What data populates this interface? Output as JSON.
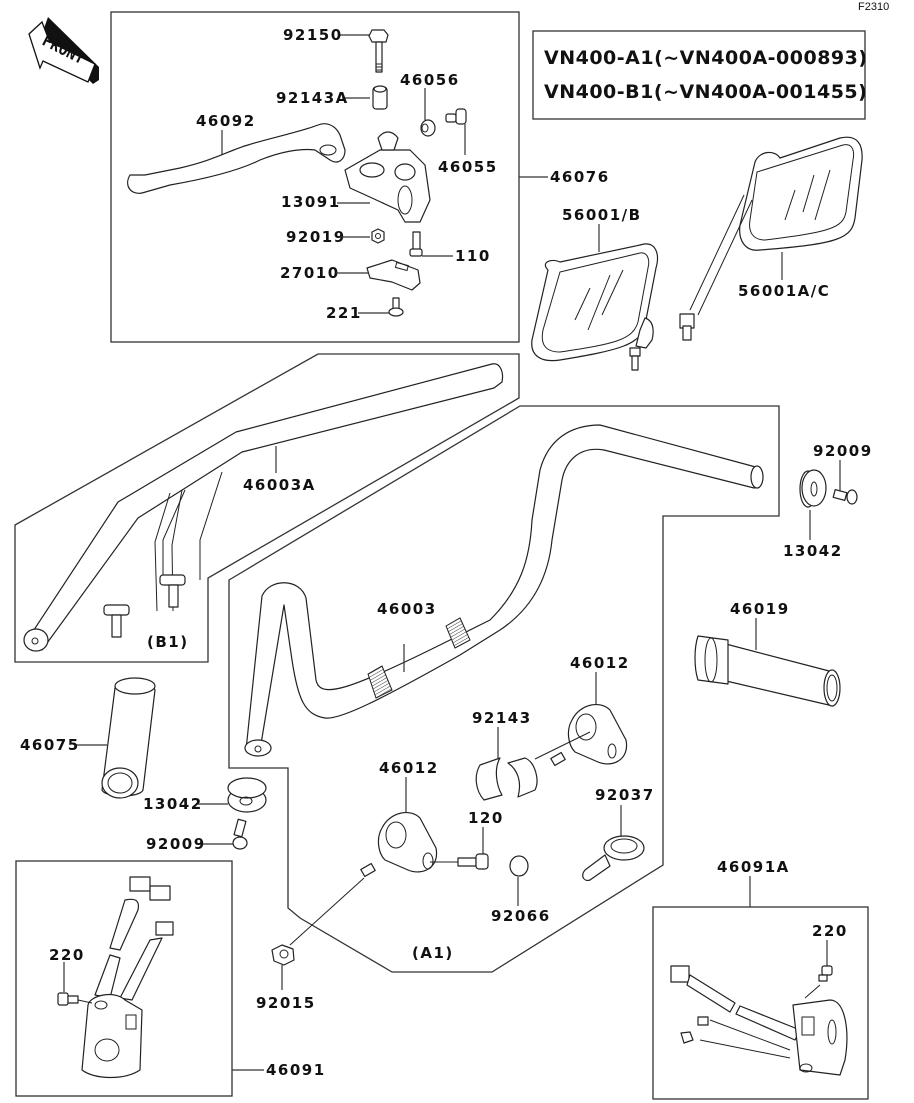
{
  "figure_id": "F2310",
  "front_arrow": {
    "label": "FRONT",
    "icon": "front-direction-arrow-icon"
  },
  "model_box": {
    "lines": [
      "VN400-A1(~VN400A-000893)",
      "VN400-B1(~VN400A-001455)"
    ]
  },
  "groups": {
    "clutch_lever_assembly": {
      "assembly_ref": "46076",
      "parts": [
        "92150",
        "92143A",
        "46056",
        "46092",
        "46055",
        "13091",
        "92019",
        "110",
        "27010",
        "221"
      ]
    },
    "mirrors": {
      "parts": [
        "56001/B",
        "56001A/C"
      ]
    },
    "handlebar_b1": {
      "variant": "(B1)",
      "parts": [
        "46003A"
      ]
    },
    "handlebar_a1": {
      "variant": "(A1)",
      "parts": [
        "46003",
        "46012",
        "92143",
        "46012",
        "92037",
        "120",
        "92066",
        "92015"
      ]
    },
    "bar_end_right": {
      "parts": [
        "92009",
        "13042"
      ]
    },
    "throttle_grip": {
      "parts": [
        "46019"
      ]
    },
    "left_grip": {
      "parts": [
        "46075",
        "13042",
        "92009"
      ]
    },
    "left_switch": {
      "assembly_ref": "46091",
      "parts": [
        "220"
      ]
    },
    "right_switch": {
      "assembly_ref": "46091A",
      "parts": [
        "220"
      ]
    }
  },
  "labels": {
    "p92150": "92150",
    "p92143A": "92143A",
    "p46056": "46056",
    "p46092": "46092",
    "p46055": "46055",
    "p46076": "46076",
    "p13091": "13091",
    "p92019": "92019",
    "p110": "110",
    "p27010": "27010",
    "p221": "221",
    "p56001B": "56001/B",
    "p56001AC": "56001A/C",
    "p46003A": "46003A",
    "pB1": "(B1)",
    "p92009r": "92009",
    "p13042r": "13042",
    "p46003": "46003",
    "p46019": "46019",
    "p46012a": "46012",
    "p92143": "92143",
    "p46075": "46075",
    "p46012b": "46012",
    "p92037": "92037",
    "p13042l": "13042",
    "p120": "120",
    "p92009l": "92009",
    "p92066": "92066",
    "p46091A": "46091A",
    "pA1": "(A1)",
    "p220l": "220",
    "p220r": "220",
    "p92015": "92015",
    "p46091": "46091"
  }
}
